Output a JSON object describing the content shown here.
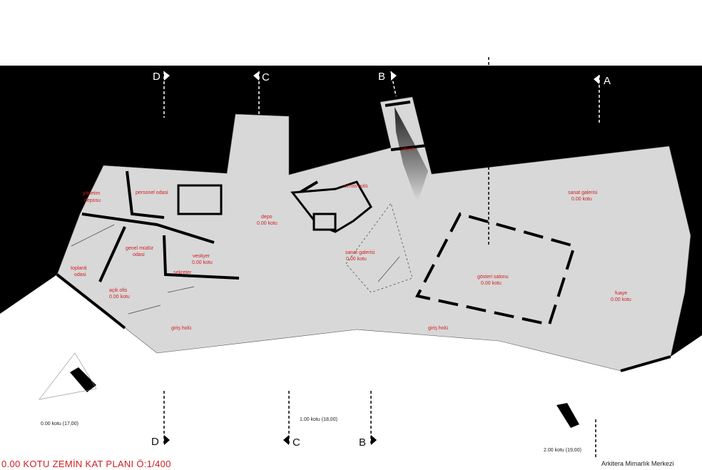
{
  "sheet": {
    "title": "0.00 KOTU ZEMİN KAT PLANI Ö:1/400",
    "credit": "Arkitera Mimarlık Merkezi"
  },
  "sections": {
    "a": "A",
    "b": "B",
    "c": "C",
    "d": "D"
  },
  "rooms": {
    "yonetim": "yönetim",
    "deposu": "deposu",
    "personel": "personel odasi",
    "genel1": "genel müdür",
    "genel2": "odasi",
    "toplanti1": "toplanti",
    "toplanti2": "odasi",
    "vestiyer": "vestiyer",
    "sekreter": "sekreter",
    "acikofis": "açik ofis",
    "giris1": "giriş holü",
    "depo": "depo",
    "servis": "servis holü",
    "sanat_mid": "sanat galerisi",
    "viryon": "viryon",
    "sanat_right": "sanat galerisi",
    "gosteri": "gösteri salonu",
    "fuaye": "fuaye",
    "giris2": "giriş holü",
    "kotu": "0.00 kotu"
  },
  "levels": {
    "left": "0.00 kotu (17,00)",
    "mid": "1.00 kotu (18,00)",
    "right": "2.00 kotu (19,00)"
  }
}
